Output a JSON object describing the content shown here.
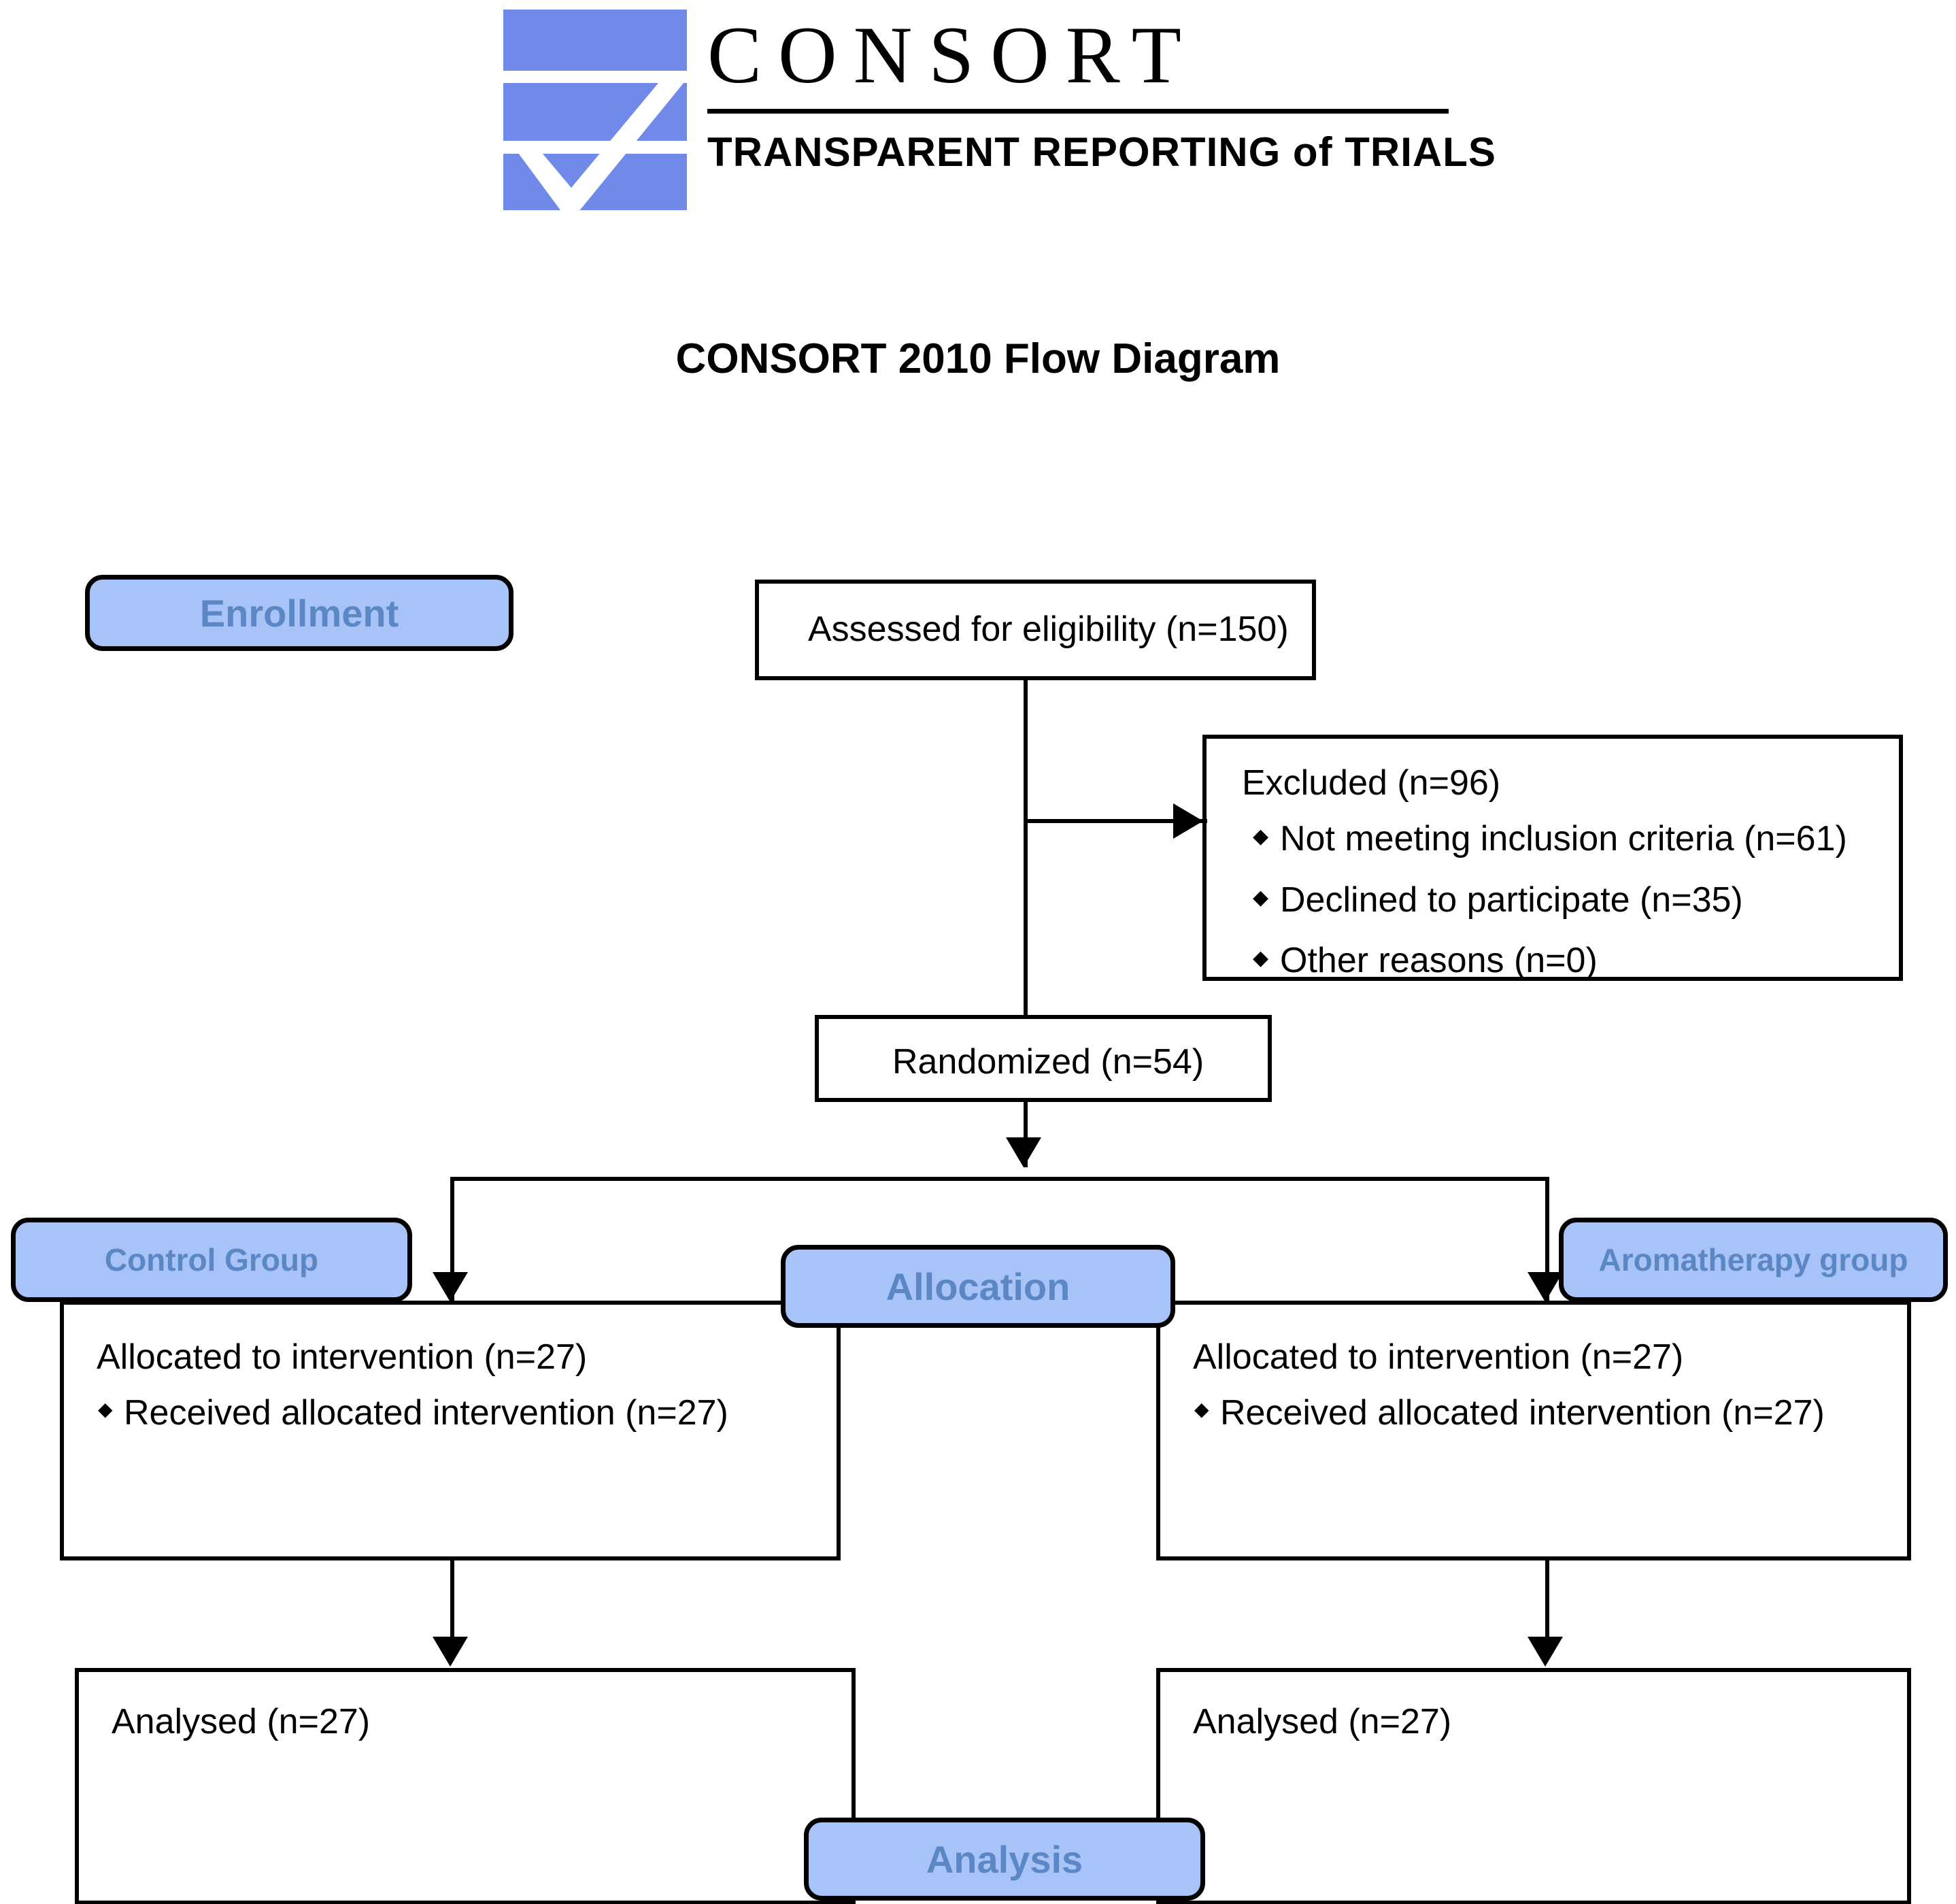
{
  "logo": {
    "wordmark": "CONSORT",
    "tagline": "TRANSPARENT REPORTING of TRIALS",
    "mark_color": "#7189e8"
  },
  "page_title": "CONSORT 2010 Flow Diagram",
  "colors": {
    "badge_fill": "#a7c3f7",
    "badge_text": "#5b87c4",
    "line": "#000000"
  },
  "stages": {
    "enrollment": "Enrollment",
    "allocation": "Allocation",
    "analysis": "Analysis",
    "control_group": "Control Group",
    "aromatherapy_group": "Aromatherapy group"
  },
  "nodes": {
    "assessed": {
      "text": "Assessed for eligibility (n=150)"
    },
    "excluded": {
      "heading": "Excluded (n=96)",
      "reasons": [
        "Not meeting inclusion criteria (n=61)",
        "Declined to participate (n=35)",
        "Other reasons (n=0)"
      ]
    },
    "randomized": {
      "text": "Randomized (n=54)"
    },
    "allocation_left": {
      "heading": "Allocated to intervention (n=27)",
      "items": [
        "Received allocated intervention (n=27)"
      ]
    },
    "allocation_right": {
      "heading": "Allocated to intervention (n=27)",
      "items": [
        "Received allocated intervention (n=27)"
      ]
    },
    "analysed_left": {
      "text": "Analysed (n=27)"
    },
    "analysed_right": {
      "text": "Analysed (n=27)"
    }
  }
}
